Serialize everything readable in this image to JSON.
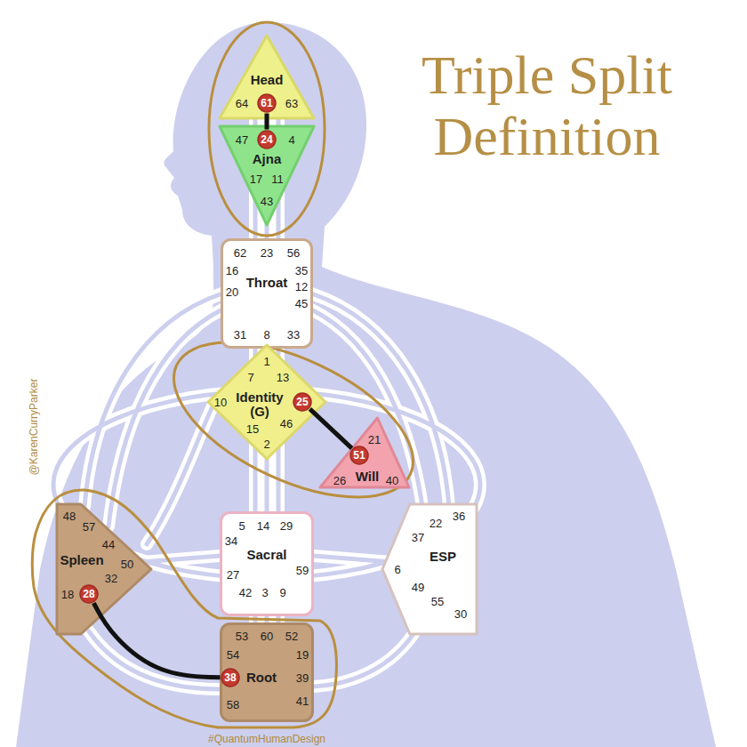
{
  "diagram": {
    "title": "Triple Split Definition",
    "nodes": [
      {
        "text": [
          "Head",
          "64",
          "63"
        ]
      },
      {
        "text": [
          "61"
        ],
        "in": 0
      },
      {
        "text": [
          "47",
          "4",
          "Ajna",
          "17",
          "11",
          "43"
        ]
      },
      {
        "text": [
          "24"
        ],
        "in": 2
      },
      {
        "text": [
          "62",
          "23",
          "56",
          "16",
          "35",
          "Throat",
          "20",
          "12",
          "45",
          "31",
          "8",
          "33"
        ]
      },
      {
        "text": [
          "1",
          "7",
          "13",
          "10",
          "Identity (G)",
          "15",
          "46",
          "2"
        ]
      },
      {
        "text": [
          "25"
        ],
        "in": 5
      },
      {
        "text": [
          "21",
          "26",
          "Will",
          "40"
        ]
      },
      {
        "text": [
          "51"
        ],
        "in": 7
      },
      {
        "text": [
          "48",
          "57",
          "44",
          "Spleen",
          "50",
          "32",
          "18"
        ]
      },
      {
        "text": [
          "28"
        ],
        "in": 9
      },
      {
        "text": [
          "5",
          "14",
          "29",
          "34",
          "Sacral",
          "59",
          "27",
          "42",
          "3",
          "9"
        ]
      },
      {
        "text": [
          "22",
          "36",
          "37",
          "6",
          "ESP",
          "49",
          "55",
          "30"
        ]
      },
      {
        "text": [
          "53",
          "60",
          "52",
          "54",
          "19",
          "Root",
          "39",
          "58",
          "41"
        ]
      },
      {
        "text": [
          "38"
        ],
        "in": 13
      }
    ],
    "edges": [
      {
        "from": 1,
        "to": 3,
        "arrow": "none"
      },
      {
        "from": 6,
        "to": 8,
        "arrow": "none"
      },
      {
        "from": 10,
        "to": 14,
        "arrow": "none"
      }
    ],
    "labels": [
      "@KarenCurryParker",
      "#QuantumHumanDesign"
    ]
  }
}
